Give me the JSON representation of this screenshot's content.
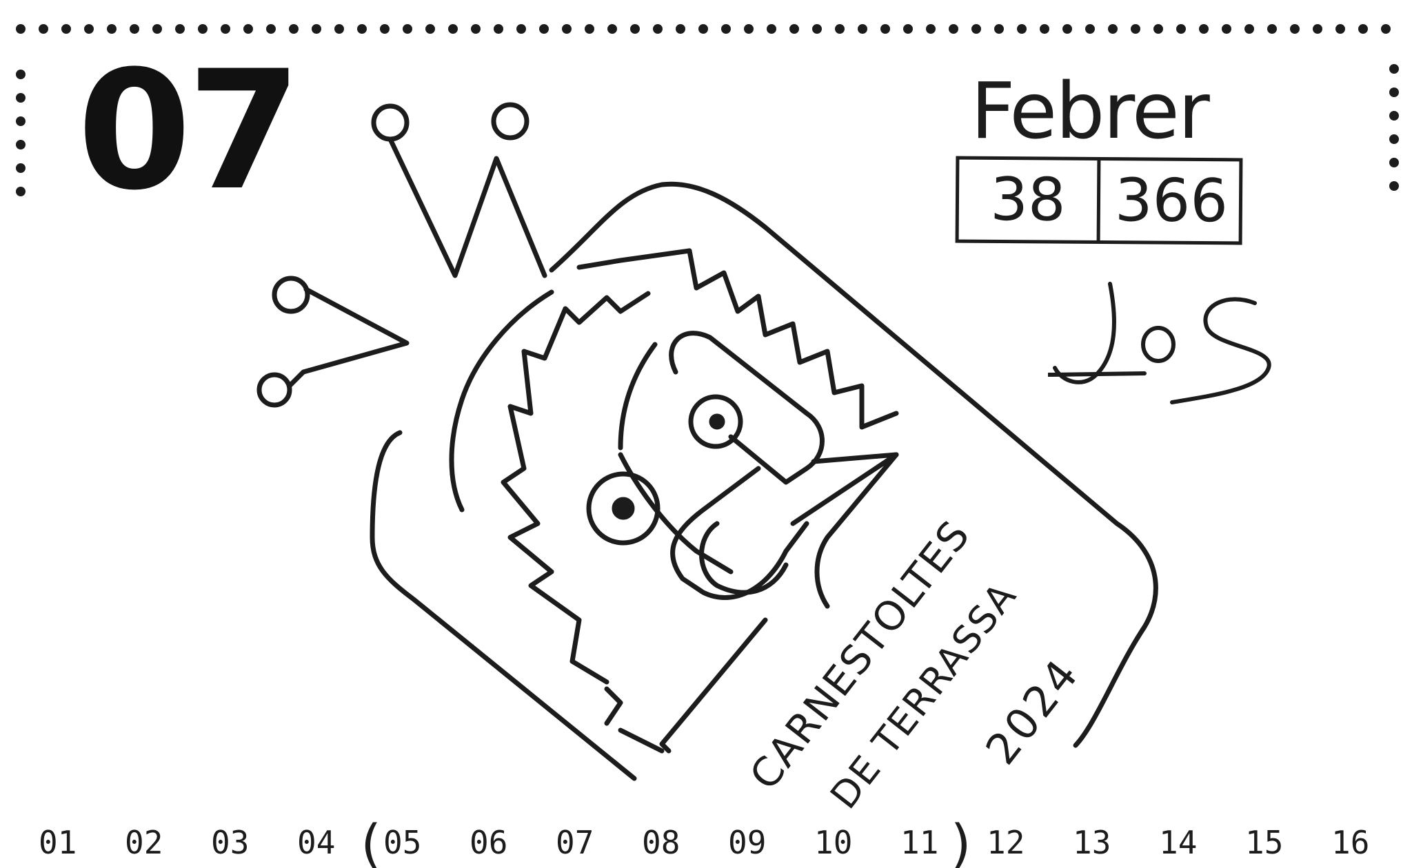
{
  "day_card": {
    "day": "07",
    "month": "Febrer",
    "day_of_year": "38",
    "days_in_year": "366",
    "signature": "JoS",
    "caption_lines": [
      "CARNESTOLTES",
      "DE TERRASSA",
      "2024"
    ]
  },
  "day_strip": {
    "days": [
      "01",
      "02",
      "03",
      "04",
      "05",
      "06",
      "07",
      "08",
      "09",
      "10",
      "11",
      "12",
      "13",
      "14",
      "15",
      "16"
    ],
    "bracket_open": "(",
    "bracket_close": ")"
  },
  "colors": {
    "ink": "#1c1c1c",
    "paper": "#ffffff"
  },
  "icons": [
    "jester-king-drawing-icon",
    "signature-icon"
  ]
}
